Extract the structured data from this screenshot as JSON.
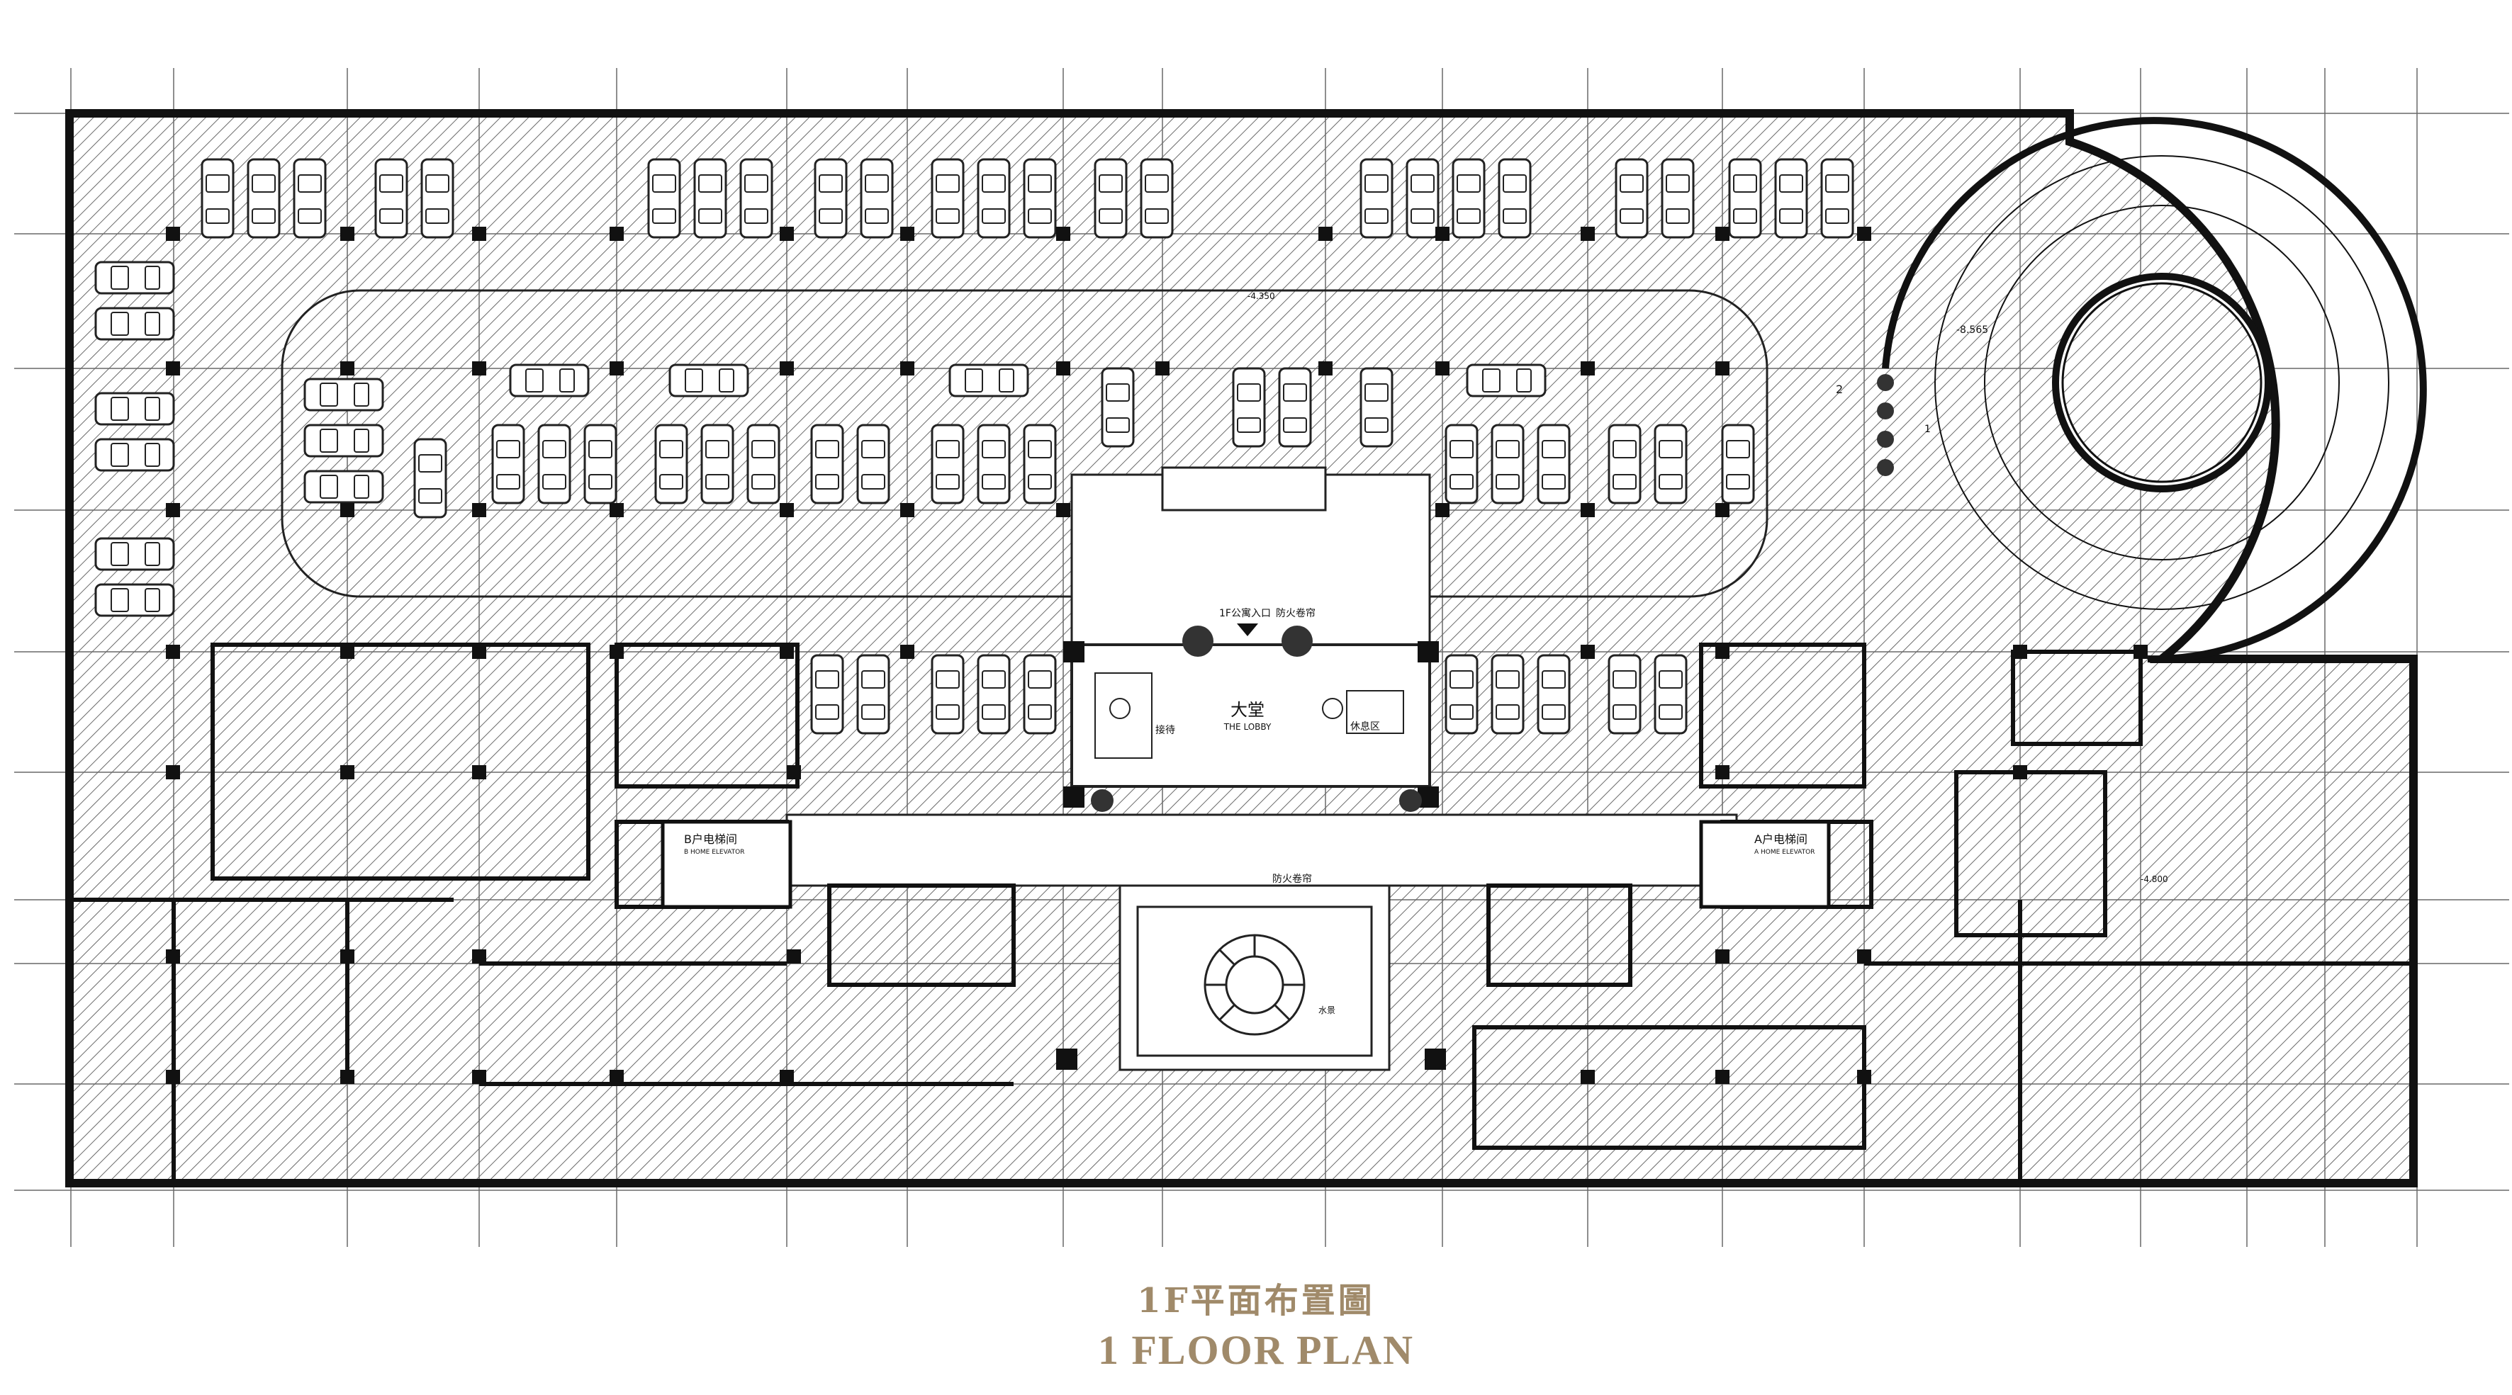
{
  "plan": {
    "labels": {
      "lobby_cn": "大堂",
      "lobby_en": "THE LOBBY",
      "reception": "接待",
      "lounge": "休息区",
      "entrance": "1F公寓入口",
      "fire_shutter": "防火卷帘",
      "b_elevator_cn": "B户电梯间",
      "b_elevator_en": "B HOME ELEVATOR",
      "a_elevator_cn": "A户电梯间",
      "a_elevator_en": "A HOME ELEVATOR",
      "water_feature": "水景",
      "level_ramp": "-8.565",
      "level_top": "-4.350",
      "level_right": "-4.800",
      "ramp_num_2": "2",
      "ramp_num_1": "1"
    }
  },
  "title": {
    "cn": "1F平面布置圖",
    "en": "1 FLOOR PLAN"
  },
  "colors": {
    "line": "#1a1a1a",
    "hatch": "#555555",
    "title": "#a08a6a"
  }
}
